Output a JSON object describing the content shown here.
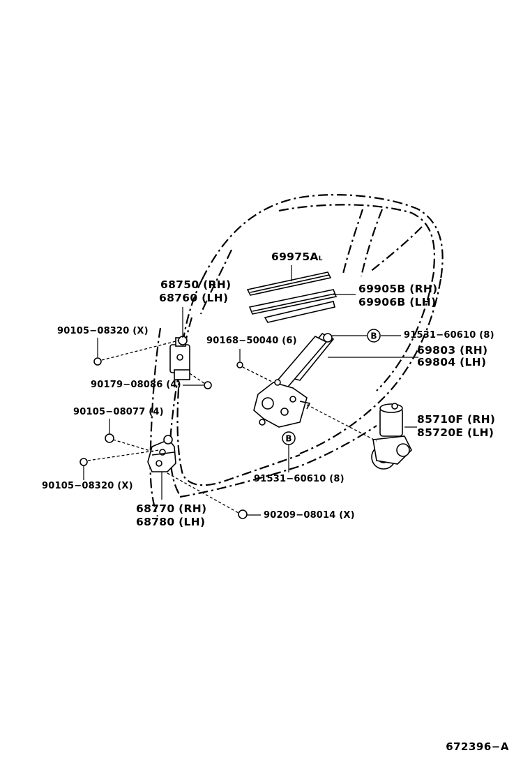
{
  "labels": {
    "p69975": "69975A",
    "p69975_sub": "L",
    "p69905": "69905B (RH)",
    "p69906": "69906B (LH)",
    "p68750": "68750 (RH)",
    "p68760": "68760 (LH)",
    "b90105_top": "90105−08320 (X)",
    "b90168": "90168−50040 (6)",
    "b91531_top": "91531−60610 (8)",
    "p69803": "69803 (RH)",
    "p69804": "69804 (LH)",
    "b90179": "90179−08086 (4)",
    "b90105_mid": "90105−08077 (4)",
    "p85710": "85710F (RH)",
    "p85720": "85720E (LH)",
    "b90105_bot": "90105−08320 (X)",
    "b91531_bot": "91531−60610 (8)",
    "p68770": "68770 (RH)",
    "p68780": "68780 (LH)",
    "b90209": "90209−08014 (X)",
    "marker_b": "B"
  },
  "figure_code": "672396−A"
}
